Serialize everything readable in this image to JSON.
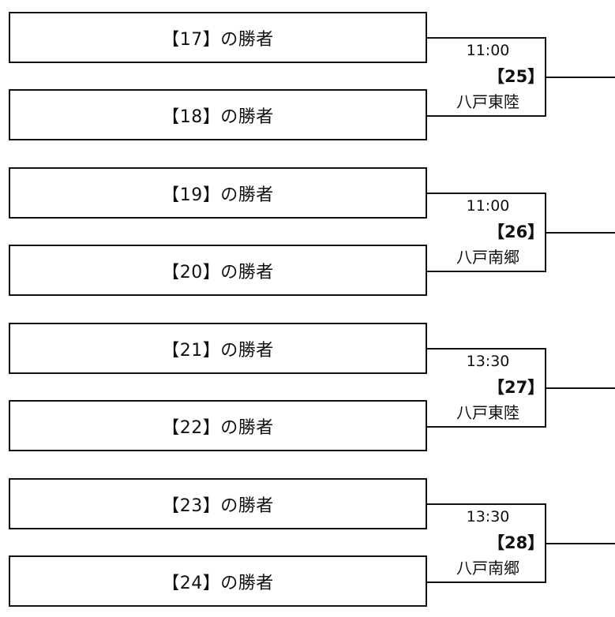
{
  "matches": [
    {
      "top_team": "【17】の勝者",
      "bottom_team": "【18】の勝者",
      "time": "11:00",
      "game_no": "【25】",
      "venue": "八戸東陸"
    },
    {
      "top_team": "【19】の勝者",
      "bottom_team": "【20】の勝者",
      "time": "11:00",
      "game_no": "【26】",
      "venue": "八戸南郷"
    },
    {
      "top_team": "【21】の勝者",
      "bottom_team": "【22】の勝者",
      "time": "13:30",
      "game_no": "【27】",
      "venue": "八戸東陸"
    },
    {
      "top_team": "【23】の勝者",
      "bottom_team": "【24】の勝者",
      "time": "13:30",
      "game_no": "【28】",
      "venue": "八戸南郷"
    }
  ]
}
